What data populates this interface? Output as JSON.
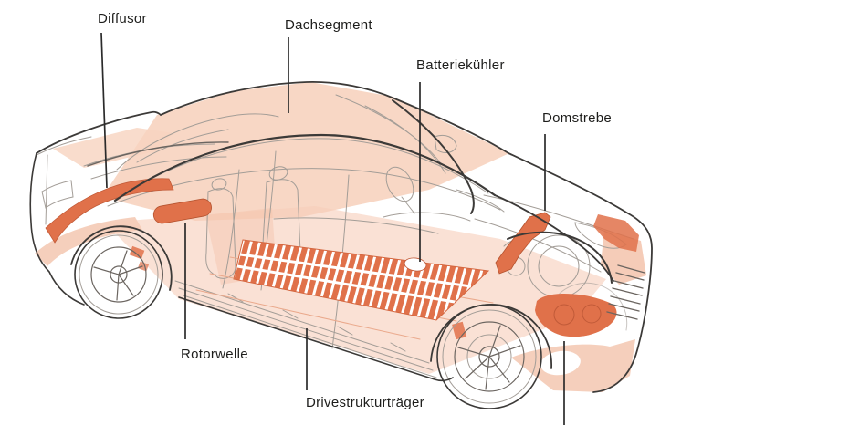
{
  "figure": {
    "title": "",
    "callouts": [
      {
        "id": "diffusor",
        "text": "Diffusor"
      },
      {
        "id": "dachsegment",
        "text": "Dachsegment"
      },
      {
        "id": "batteriekuehler",
        "text": "Batteriekühler"
      },
      {
        "id": "domstrebe",
        "text": "Domstrebe"
      },
      {
        "id": "rotorwelle",
        "text": "Rotorwelle"
      },
      {
        "id": "drivestrukturtraeger",
        "text": "Drivestrukturträger"
      },
      {
        "id": "cropped-callout",
        "text": ""
      }
    ],
    "colors": {
      "highlight_strong": "#e0714a",
      "highlight_light": "#f7d3bf",
      "callout_line": "#2b2b2b",
      "label_text": "#1d1d1b",
      "wireframe": "#a39d97"
    }
  }
}
